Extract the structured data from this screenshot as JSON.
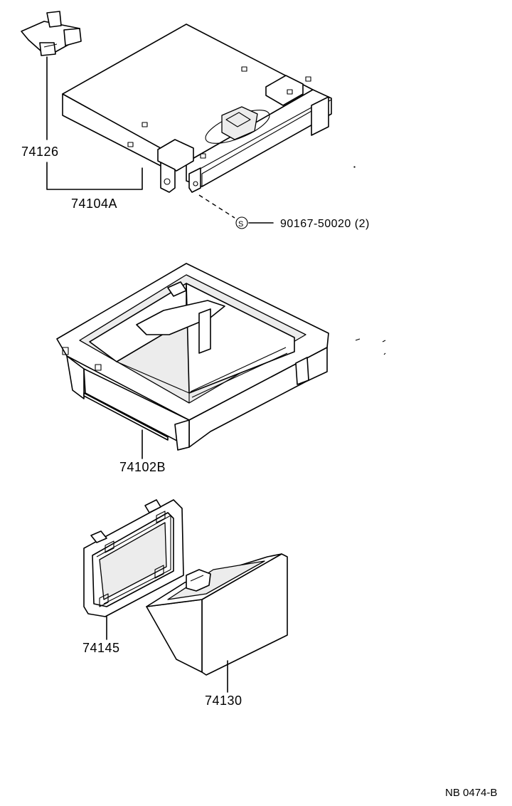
{
  "parts": {
    "p74126": "74126",
    "p74104A": "74104A",
    "p90167": "90167-50020 (2)",
    "screw_symbol": "S",
    "p74102B": "74102B",
    "p74145": "74145",
    "p74130": "74130"
  },
  "diagram_ref": "NB 0474-B"
}
